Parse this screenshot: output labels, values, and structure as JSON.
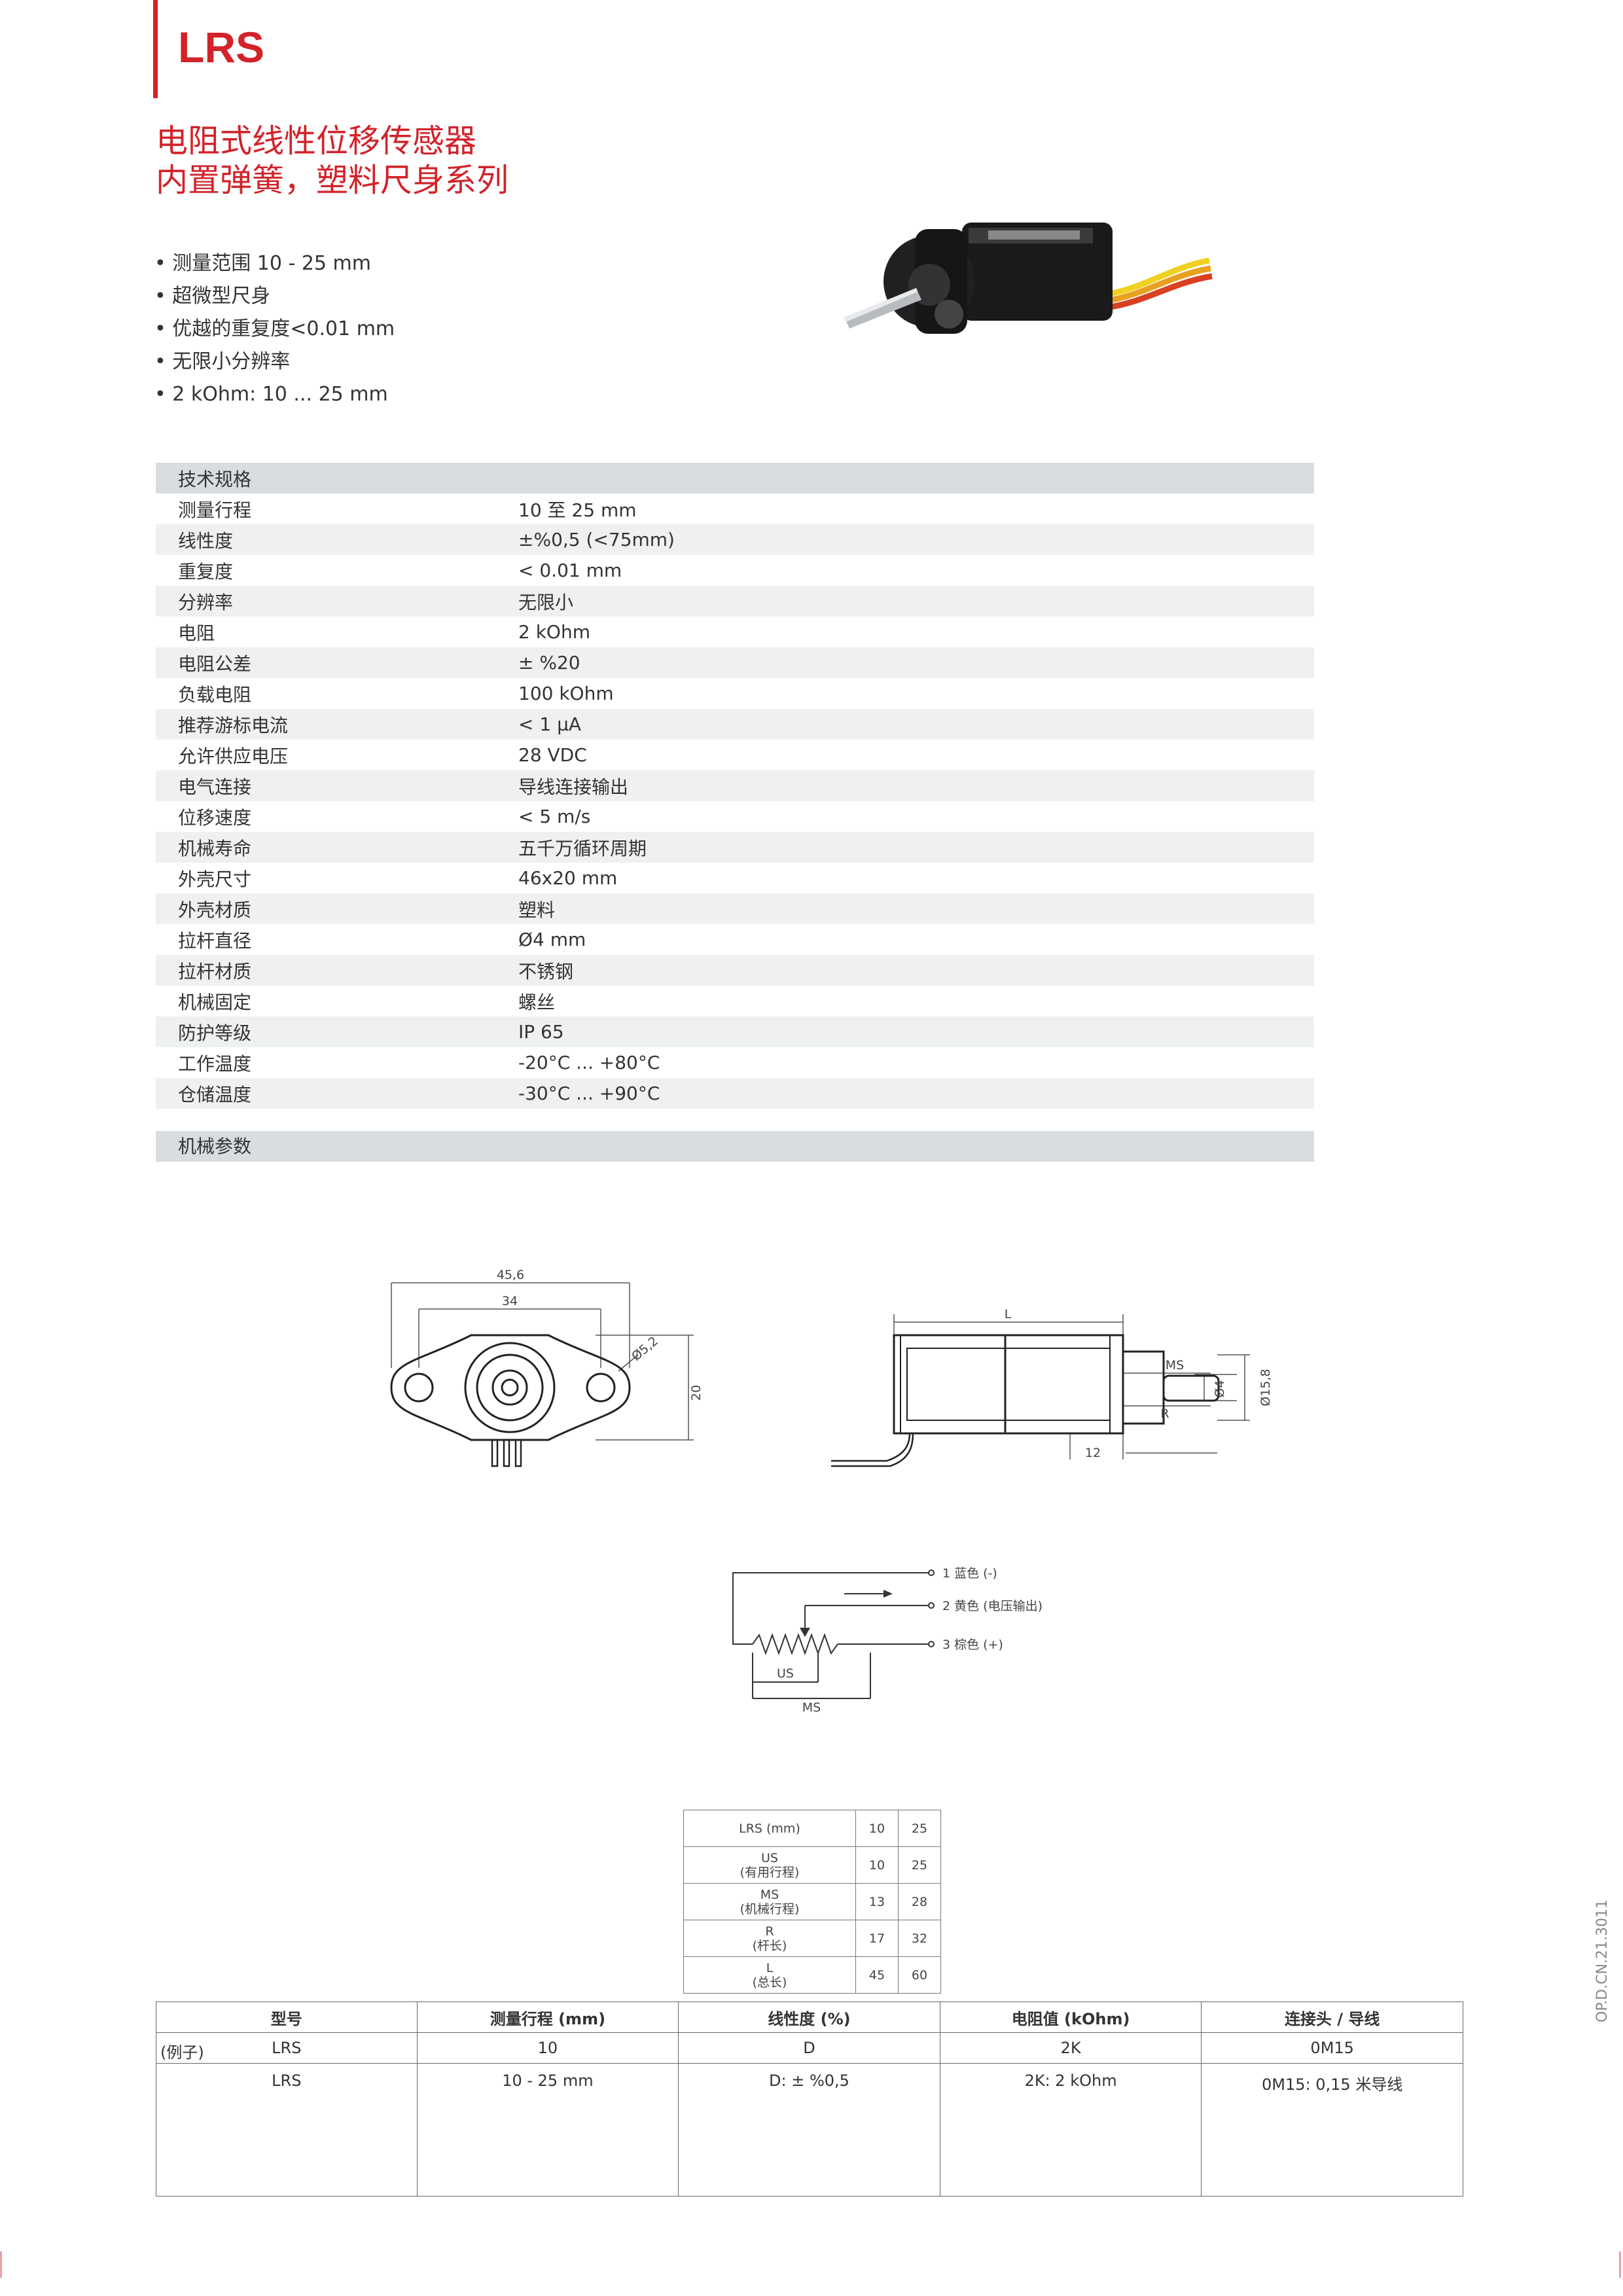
{
  "header": {
    "brand": "LRS",
    "title_line1": "电阻式线性位移传感器",
    "title_line2": "内置弹簧，塑料尺身系列"
  },
  "features": [
    "测量范围 10 - 25 mm",
    "超微型尺身",
    "优越的重复度<0.01 mm",
    "无限小分辨率",
    "2 kOhm: 10 ... 25 mm"
  ],
  "specs": {
    "heading": "技术规格",
    "rows": [
      {
        "label": "测量行程",
        "value": "10 至 25 mm"
      },
      {
        "label": "线性度",
        "value": "±%0,5 (<75mm)"
      },
      {
        "label": "重复度",
        "value": "< 0.01 mm"
      },
      {
        "label": "分辨率",
        "value": "无限小"
      },
      {
        "label": "电阻",
        "value": "2 kOhm"
      },
      {
        "label": "电阻公差",
        "value": "± %20"
      },
      {
        "label": "负载电阻",
        "value": "100 kOhm"
      },
      {
        "label": "推荐游标电流",
        "value": "< 1 μA"
      },
      {
        "label": "允许供应电压",
        "value": "28 VDC"
      },
      {
        "label": "电气连接",
        "value": "导线连接输出"
      },
      {
        "label": "位移速度",
        "value": "< 5 m/s"
      },
      {
        "label": "机械寿命",
        "value": "五千万循环周期"
      },
      {
        "label": "外壳尺寸",
        "value": "46x20 mm"
      },
      {
        "label": "外壳材质",
        "value": "塑料"
      },
      {
        "label": "拉杆直径",
        "value": "Ø4 mm"
      },
      {
        "label": "拉杆材质",
        "value": "不锈钢"
      },
      {
        "label": "机械固定",
        "value": "螺丝"
      },
      {
        "label": "防护等级",
        "value": "IP 65"
      },
      {
        "label": "工作温度",
        "value": "-20°C ... +80°C"
      },
      {
        "label": "仓储温度",
        "value": "-30°C ... +90°C"
      }
    ]
  },
  "mech_heading": "机械参数",
  "drawing_front": {
    "dim_width": "45,6",
    "dim_holes": "34",
    "dim_hole_dia": "Ø5,2",
    "dim_height": "20"
  },
  "drawing_side": {
    "dim_L": "L",
    "dim_MS": "MS",
    "dim_R": "R",
    "dim_rod": "Ø4",
    "dim_body": "Ø15,8",
    "dim_12": "12"
  },
  "wiring": {
    "pin1": "1 蓝色 (-)",
    "pin2": "2 黄色 (电压输出)",
    "pin3": "3 棕色 (+)",
    "us": "US",
    "ms": "MS"
  },
  "dim_table": {
    "rows": [
      {
        "label": "LRS (mm)",
        "sub": "",
        "a": "10",
        "b": "25"
      },
      {
        "label": "US",
        "sub": "(有用行程)",
        "a": "10",
        "b": "25"
      },
      {
        "label": "MS",
        "sub": "(机械行程)",
        "a": "13",
        "b": "28"
      },
      {
        "label": "R",
        "sub": "(杆长)",
        "a": "17",
        "b": "32"
      },
      {
        "label": "L",
        "sub": "(总长)",
        "a": "45",
        "b": "60"
      }
    ]
  },
  "order_table": {
    "headers": [
      "型号",
      "测量行程 (mm)",
      "线性度 (%)",
      "电阻值 (kOhm)",
      "连接头 / 导线"
    ],
    "example_tag": "(例子)",
    "example": [
      "LRS",
      "10",
      "D",
      "2K",
      "0M15"
    ],
    "options": [
      "LRS",
      "10 - 25 mm",
      "D: ± %0,5",
      "2K: 2 kOhm",
      "0M15: 0,15 米导线"
    ]
  },
  "doc_code": "OP.D.CN.21.3011",
  "colors": {
    "brand_red": "#d2232a",
    "table_head": "#d9dde0",
    "table_alt": "#eef0f2"
  }
}
